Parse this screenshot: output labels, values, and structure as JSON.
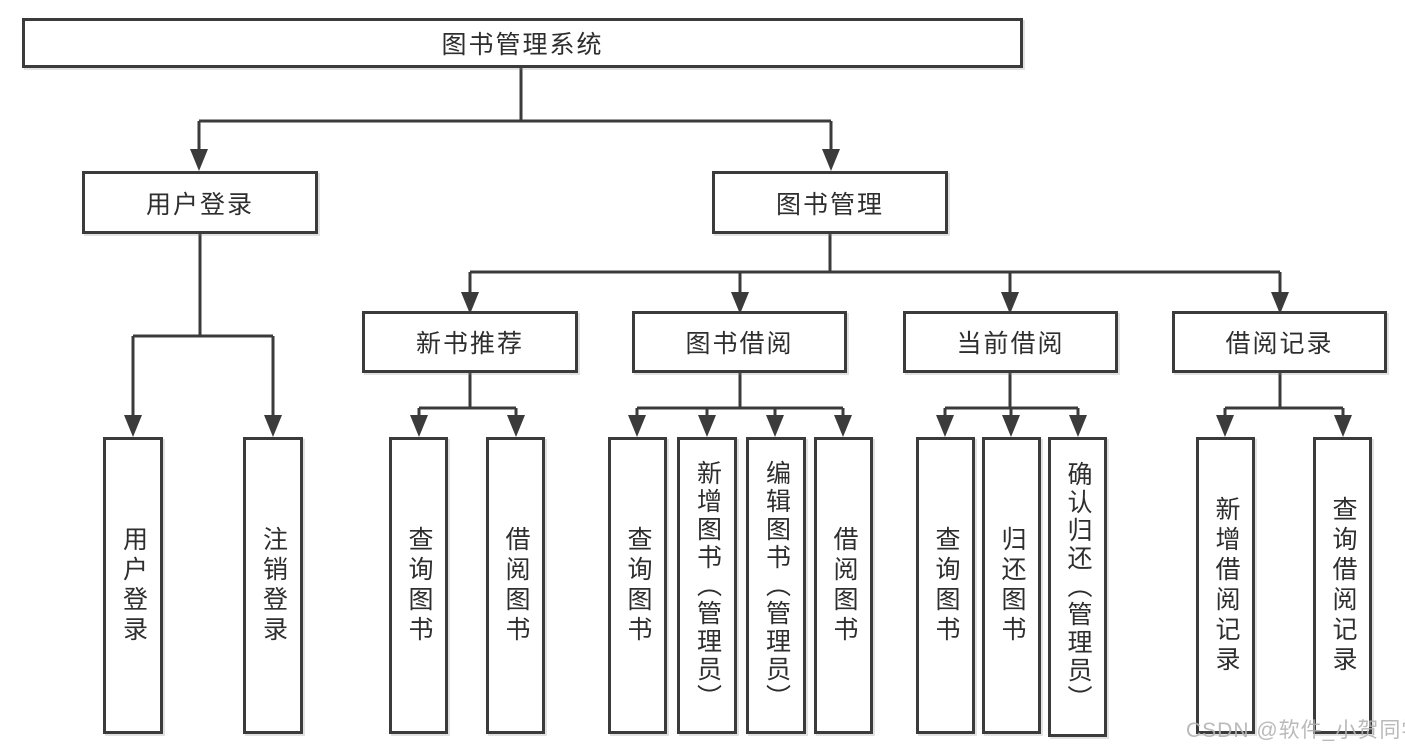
{
  "diagram": {
    "nodes": {
      "root": "图书管理系统",
      "user_login": "用户登录",
      "book_mgmt": "图书管理",
      "new_books": "新书推荐",
      "book_borrow": "图书借阅",
      "current_borrow": "当前借阅",
      "borrow_records": "借阅记录"
    },
    "leaves": {
      "user_login": [
        "用户登录",
        "注销登录"
      ],
      "new_books": [
        "查询图书",
        "借阅图书"
      ],
      "book_borrow": [
        "查询图书",
        "新增图书（管理员）",
        "编辑图书（管理员）",
        "借阅图书"
      ],
      "current_borrow": [
        "查询图书",
        "归还图书",
        "确认归还（管理员）"
      ],
      "borrow_records": [
        "新增借阅记录",
        "查询借阅记录"
      ]
    },
    "watermark": "CSDN @软件_小贺同学",
    "colors": {
      "line": "#3b3b3b",
      "text": "#2e2e2e",
      "watermark": "#b3b3b3",
      "background": "#ffffff"
    }
  }
}
